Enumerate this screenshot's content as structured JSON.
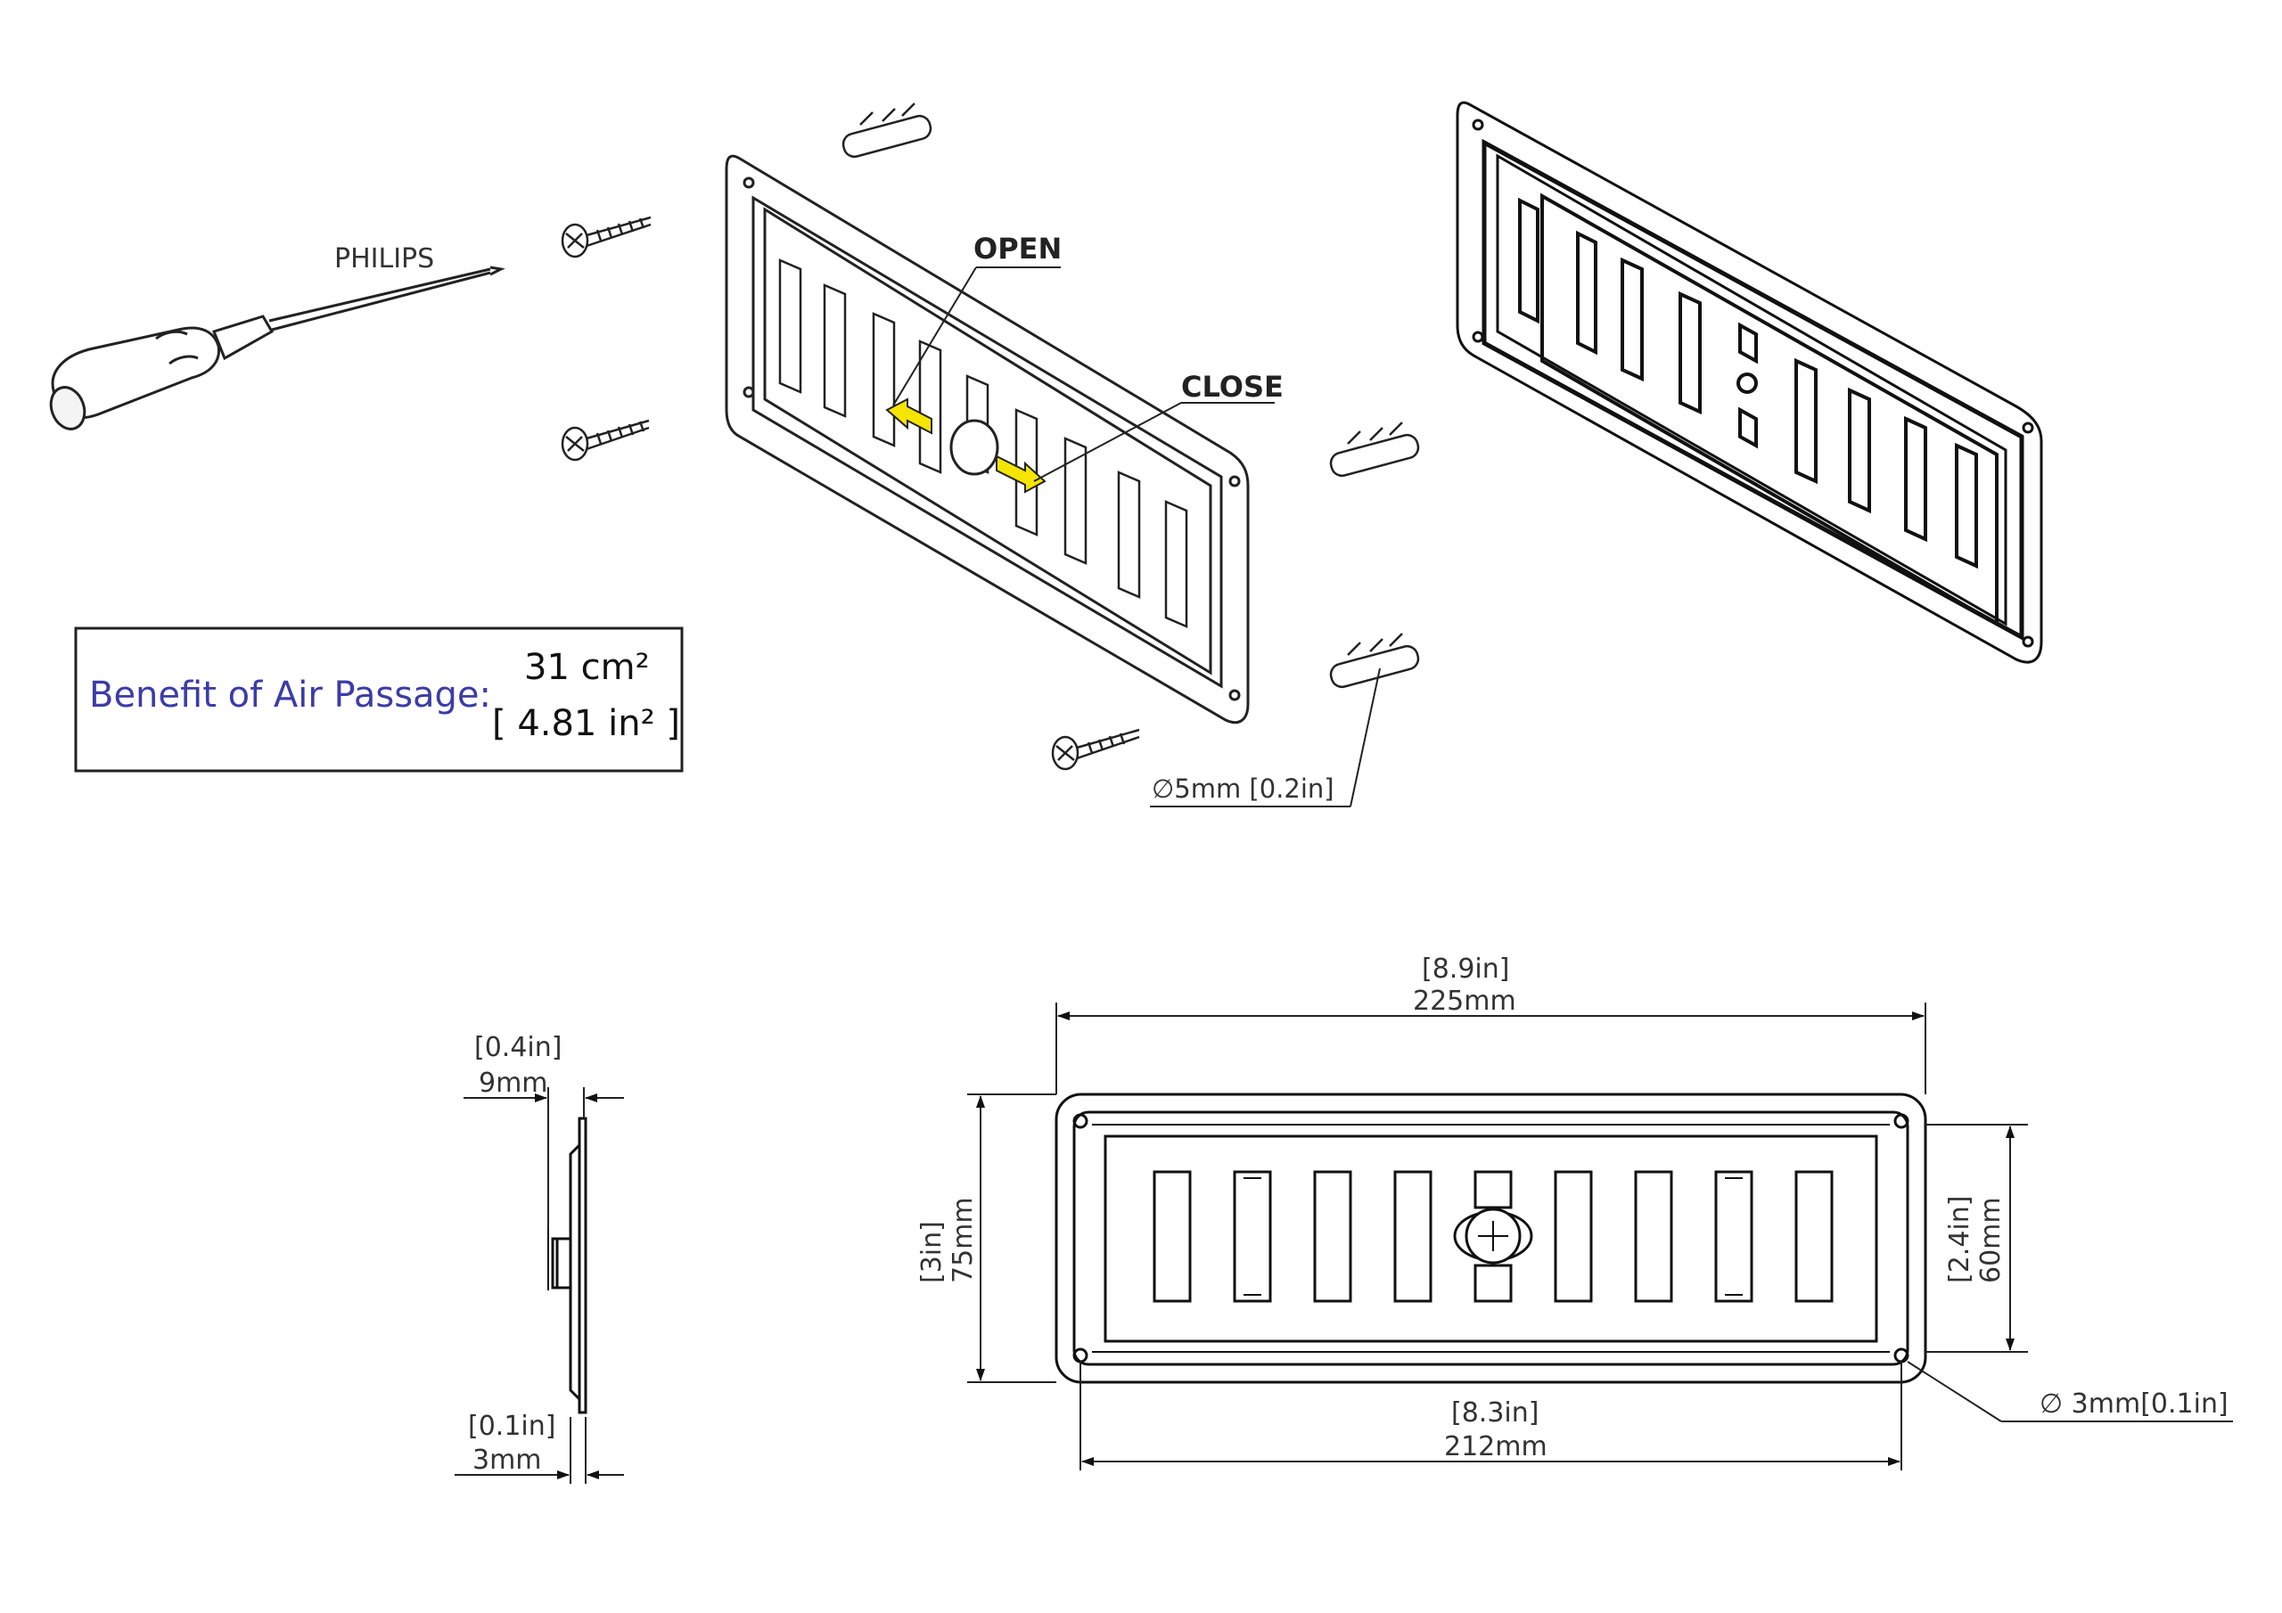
{
  "labels": {
    "tool": "PHILIPS",
    "open": "OPEN",
    "close": "CLOSE",
    "plug_diameter": "∅5mm [0.2in]"
  },
  "benefit_box": {
    "label": "Benefit of Air Passage:",
    "value_metric": "31 cm²",
    "value_imperial": "[ 4.81 in² ]"
  },
  "side_view": {
    "depth_in": "[0.4in]",
    "depth_mm": "9mm",
    "plate_in": "[0.1in]",
    "plate_mm": "3mm"
  },
  "front_view": {
    "width_in": "[8.9in]",
    "width_mm": "225mm",
    "height_in": "[3in]",
    "height_mm": "75mm",
    "inner_height_in": "[2.4in]",
    "inner_height_mm": "60mm",
    "hole_spacing_in": "[8.3in]",
    "hole_spacing_mm": "212mm",
    "hole_diameter": "∅ 3mm[0.1in]"
  },
  "colors": {
    "line": "#111111",
    "arrow_fill": "#f5e500",
    "benefit_label": "#3c3ca8"
  }
}
